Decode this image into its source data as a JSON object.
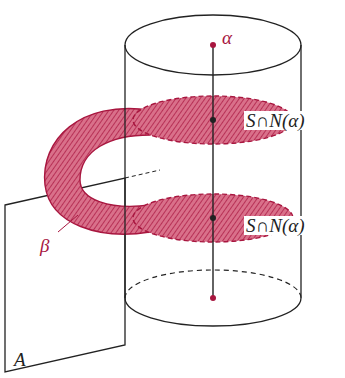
{
  "diagram": {
    "labels": [
      "α",
      "S∩N(α)",
      "S∩N(α)",
      "β",
      "A"
    ]
  }
}
